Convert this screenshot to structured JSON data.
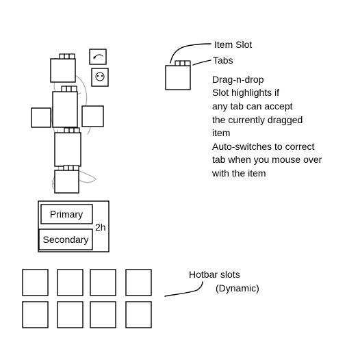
{
  "legend": {
    "item_slot_label": "Item Slot",
    "tabs_label": "Tabs",
    "description_lines": [
      "Drag-n-drop",
      "Slot highlights if",
      "any tab can accept",
      "the currently dragged",
      "item",
      "Auto-switches to correct",
      "tab when you mouse over",
      "with the item"
    ]
  },
  "weapons": {
    "primary_label": "Primary",
    "secondary_label": "Secondary",
    "twohand_label": "2h"
  },
  "hotbar": {
    "label": "Hotbar slots",
    "sublabel": "(Dynamic)"
  }
}
